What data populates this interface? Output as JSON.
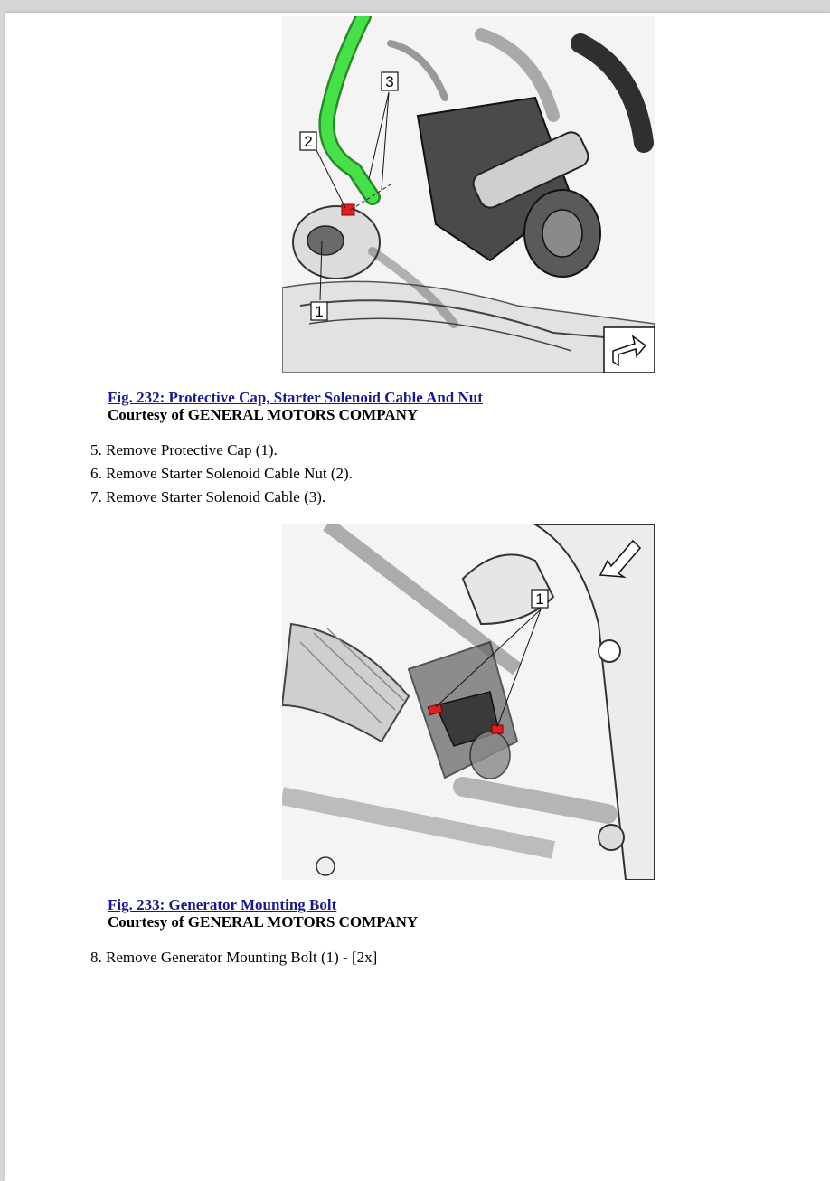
{
  "figures": [
    {
      "link": "Fig. 232: Protective Cap, Starter Solenoid Cable And Nut",
      "courtesy": "Courtesy of GENERAL MOTORS COMPANY",
      "callouts": [
        "1",
        "2",
        "3"
      ],
      "highlight_colors": {
        "cable": "#3fd23f",
        "nut": "#e02020"
      }
    },
    {
      "link": "Fig. 233: Generator Mounting Bolt",
      "courtesy": "Courtesy of GENERAL MOTORS COMPANY",
      "callouts": [
        "1"
      ],
      "highlight_colors": {
        "bolt": "#e02020"
      }
    }
  ],
  "steps_group1": [
    "5. Remove Protective Cap (1).",
    "6. Remove Starter Solenoid Cable Nut (2).",
    "7. Remove Starter Solenoid Cable (3)."
  ],
  "steps_group2": [
    "8. Remove Generator Mounting Bolt (1) - [2x]"
  ],
  "icons": {
    "direction_arrow_1": "forward-arrow-icon",
    "direction_arrow_2": "forward-arrow-icon"
  }
}
